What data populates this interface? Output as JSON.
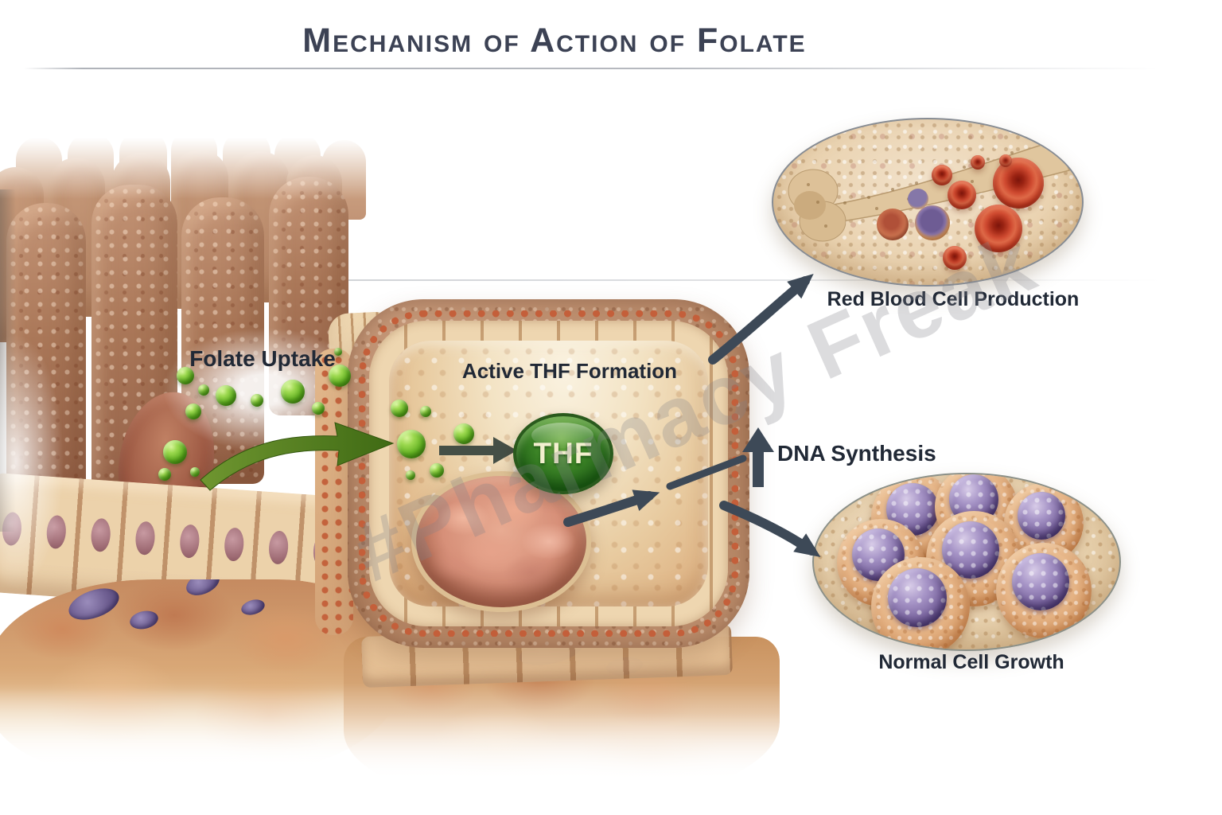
{
  "title": "Mechanism of Action of Folate",
  "watermark": "#Pharmacy Freak",
  "diagram": {
    "steps": [
      {
        "id": "folate-uptake",
        "label": "Folate Uptake"
      },
      {
        "id": "active-thf-formation",
        "label": "Active THF Formation"
      },
      {
        "id": "thf",
        "label": "THF"
      },
      {
        "id": "dna-synthesis",
        "label": "DNA Synthesis"
      },
      {
        "id": "red-blood-cell-production",
        "label": "Red Blood Cell Production"
      },
      {
        "id": "normal-cell-growth",
        "label": "Normal Cell Growth"
      }
    ],
    "connections": [
      "Folate in intestinal lumen → uptake into enterocyte",
      "Folate → THF (Active THF Formation)",
      "THF / nucleus → DNA Synthesis",
      "DNA Synthesis → Red Blood Cell Production",
      "DNA Synthesis → Normal Cell Growth"
    ]
  },
  "colors": {
    "title_text": "#3c4254",
    "label_text": "#212936",
    "folate_green": "#6ab829",
    "uptake_arrow_green": "#4e751f",
    "thf_badge_green": "#2e7a21",
    "flow_arrow_slate": "#3d4957",
    "membrane_bead_orange": "#c45f3a",
    "tissue_tan": "#e4c296",
    "villi_brown": "#a87458",
    "rbc_red": "#c03526",
    "cell_nucleus_purple": "#6f5b99",
    "nucleus_coral": "#d79079",
    "watermark_gray": "#7d8087"
  }
}
